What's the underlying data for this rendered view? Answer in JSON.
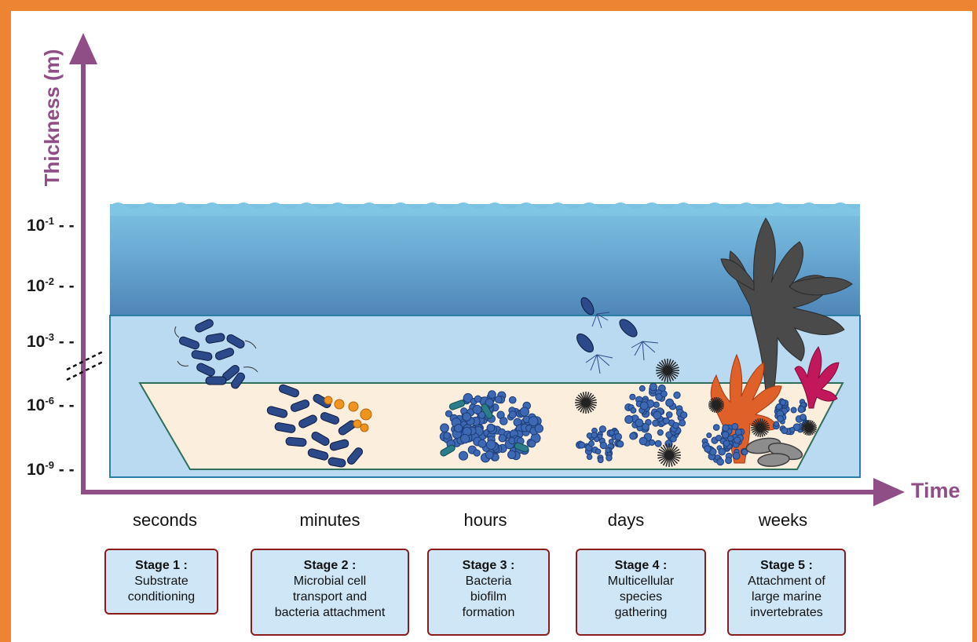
{
  "axes": {
    "y_title": "Thickness (m)",
    "x_title": "Time",
    "y_ticks": [
      {
        "base": "10",
        "exp": "-1"
      },
      {
        "base": "10",
        "exp": "-2"
      },
      {
        "base": "10",
        "exp": "-3"
      },
      {
        "base": "10",
        "exp": "-6"
      },
      {
        "base": "10",
        "exp": "-9"
      }
    ],
    "tick_suffix": " - -"
  },
  "time_scale": [
    "seconds",
    "minutes",
    "hours",
    "days",
    "weeks"
  ],
  "stages": [
    {
      "title": "Stage 1 :",
      "desc": "Substrate\nconditioning"
    },
    {
      "title": "Stage 2 :",
      "desc": "Microbial cell\ntransport and\nbacteria attachment"
    },
    {
      "title": "Stage 3 :",
      "desc": "Bacteria\nbiofilm\nformation"
    },
    {
      "title": "Stage 4 :",
      "desc": "Multicellular\nspecies\ngathering"
    },
    {
      "title": "Stage 5 :",
      "desc": "Attachment of\nlarge marine\ninvertebrates"
    }
  ],
  "colors": {
    "frame": "#ec8434",
    "axis": "#8f4f86",
    "water_top": "#7cc3e2",
    "water_deep": "#4e86b8",
    "water_light": "#b9daf1",
    "substrate": "#fbeedd",
    "bacteria": "#2c4a8a",
    "stage_box_fill": "#cfe6f6",
    "stage_box_border": "#8b1c1c",
    "algae_dark": "#4a4a4a",
    "coral_orange": "#e0602a",
    "coral_red": "#c2185b"
  }
}
